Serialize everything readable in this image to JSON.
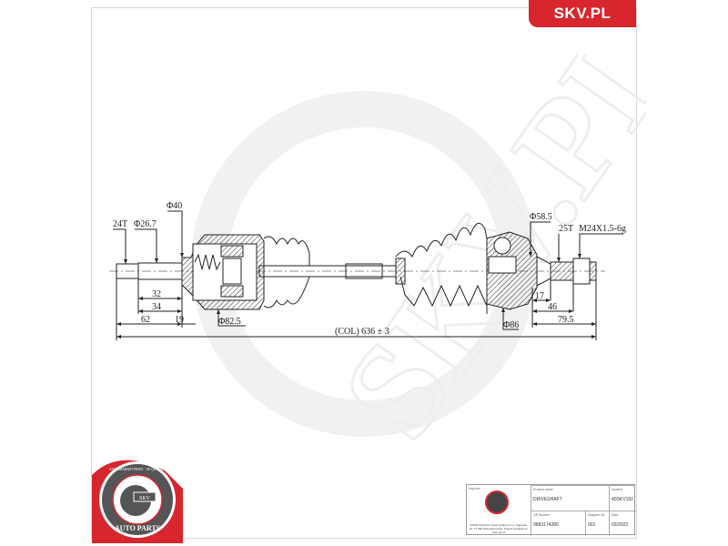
{
  "brand": {
    "label": "SKV.PL",
    "color": "#d7262e"
  },
  "watermark": {
    "text": "SKV.PL"
  },
  "drawing": {
    "dimensions": {
      "spline_left": "24T",
      "dia_shaft_left": "Φ26.7",
      "dia_inner_neck": "Φ40",
      "dia_inner_joint": "Φ82.5",
      "len_32": "32",
      "len_34": "34",
      "len_62": "62",
      "len_19": "19",
      "total_length": "(COL) 636 ± 3",
      "dia_outer_neck": "Φ58.5",
      "spline_right": "25T",
      "thread": "M24X1.5-6g",
      "len_17": "17",
      "len_46": "46",
      "len_79_5": "79.5",
      "dia_outer_joint": "Φ86"
    }
  },
  "title_block": {
    "importer_label": "Importer",
    "importer_address": "ESKM Wojciech Ćwiek spółka S.K.A. Papieska 40, 37-300 Wola Zarczycka, Poland info@skv.pl, www.skv.pl",
    "product_name_label": "Product name",
    "product_name": "DRIVESHAFT",
    "symbol_label": "Symbol",
    "symbol": "40SKV192",
    "oe_label": "OE Number",
    "oe_number": "9683174280",
    "diagram_label": "Diagram No",
    "diagram_no": "001",
    "date_label": "Date",
    "date": "03/2023"
  },
  "badge": {
    "top_text": "AFTERMARKET PRICE · OE QUALITY",
    "center": "SKV",
    "bottom_text": "AUTO PARTS",
    "color": "#d7262e"
  }
}
